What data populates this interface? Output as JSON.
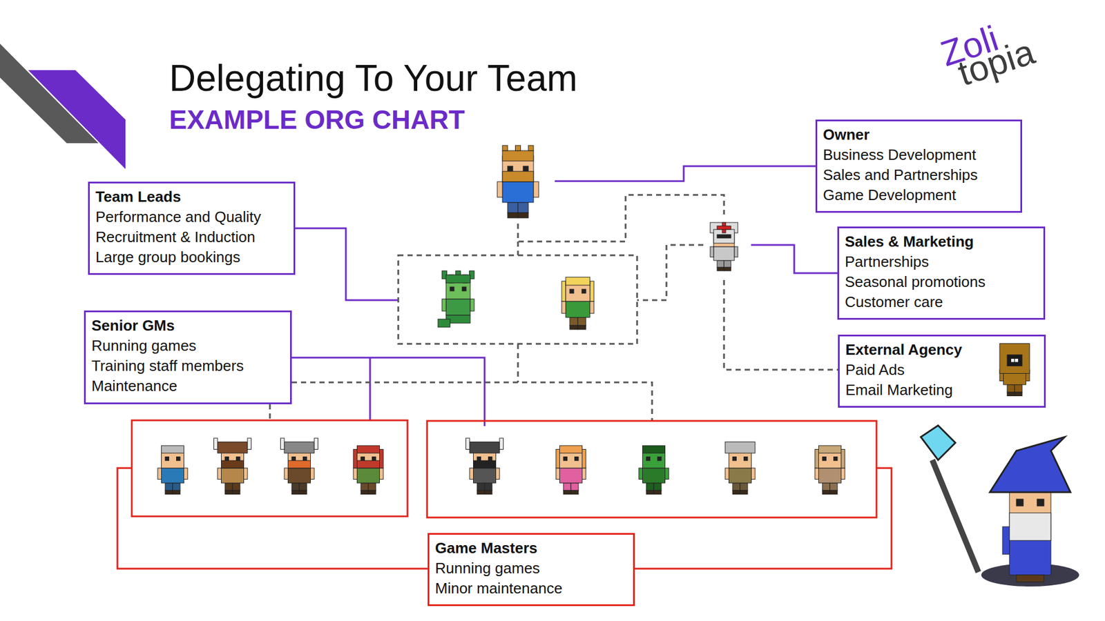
{
  "diagram": {
    "title": "Delegating To Your Team",
    "nodes": [
      {
        "text": [
          "Owner",
          "Business Development",
          "Sales and Partnerships",
          "Game Development"
        ]
      },
      {
        "text": [
          "Team Leads",
          "Performance and Quality",
          "Recruitment & Induction",
          "Large group bookings"
        ]
      },
      {
        "text": [
          "Sales & Marketing",
          "Partnerships",
          "Seasonal promotions",
          "Customer care"
        ]
      },
      {
        "text": [
          "Senior GMs",
          "Running games",
          "Training staff members",
          "Maintenance"
        ]
      },
      {
        "text": [
          "External Agency",
          "Paid Ads",
          "Email Marketing"
        ]
      },
      {
        "text": [
          "Game Masters",
          "Running games",
          "Minor maintenance"
        ]
      }
    ],
    "labels": [
      "EXAMPLE ORG CHART",
      "Zoli",
      "topia"
    ]
  }
}
